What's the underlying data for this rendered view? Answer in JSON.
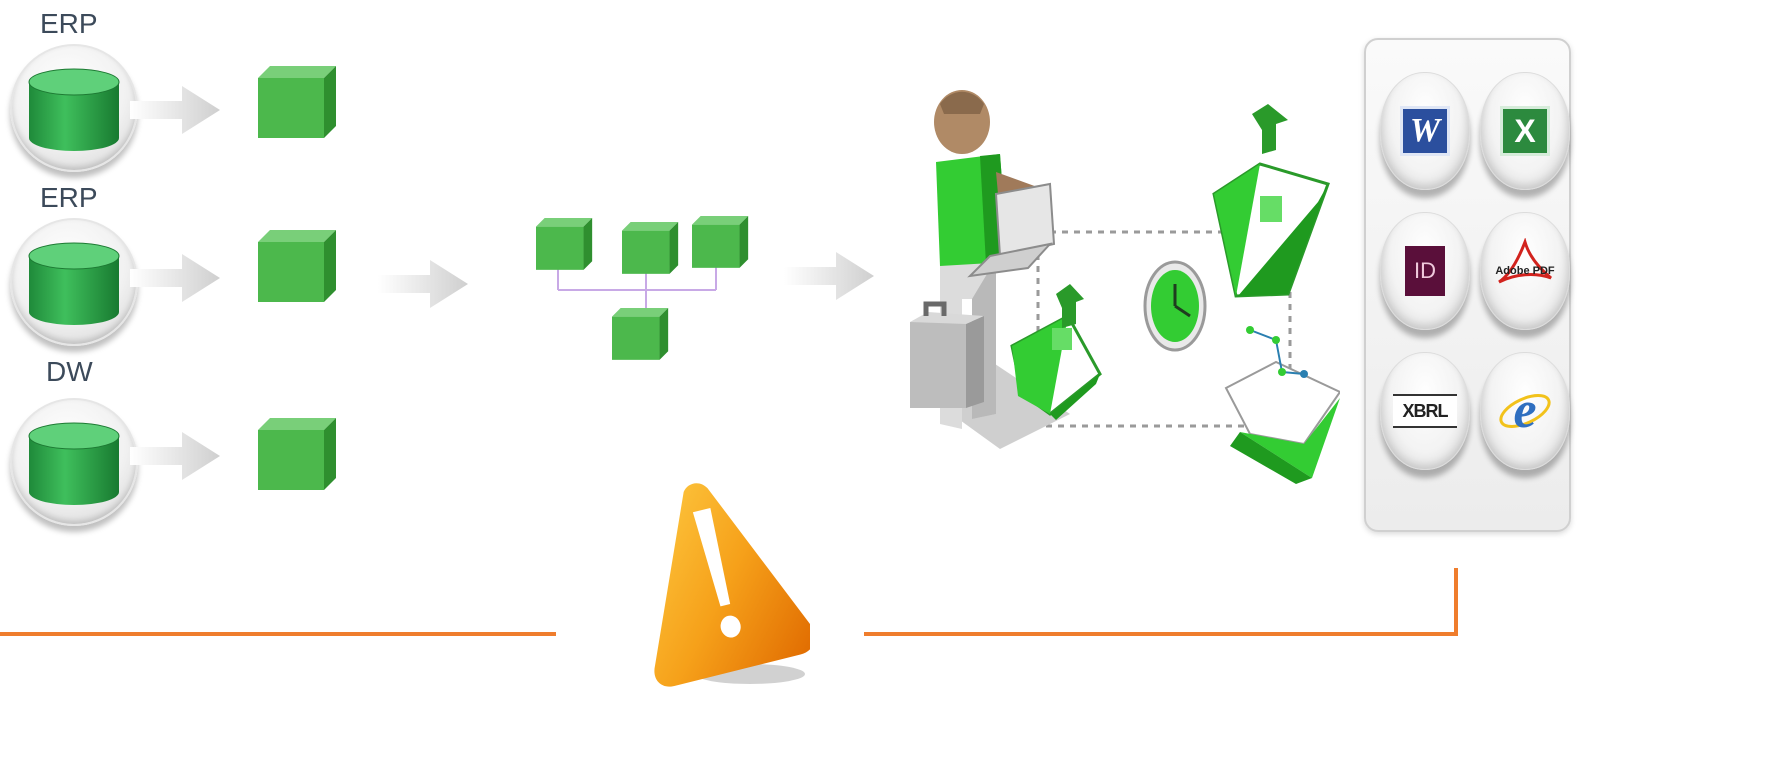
{
  "sources": [
    {
      "label": "ERP"
    },
    {
      "label": "ERP"
    },
    {
      "label": "DW"
    }
  ],
  "formats": [
    {
      "icon": "word-icon",
      "text": "W"
    },
    {
      "icon": "excel-icon",
      "text": "X"
    },
    {
      "icon": "indesign-icon",
      "text": "ID"
    },
    {
      "icon": "adobe-pdf-icon",
      "text": "Adobe PDF"
    },
    {
      "icon": "xbrl-icon",
      "text": "XBRL"
    },
    {
      "icon": "internet-explorer-icon",
      "text": "e"
    }
  ],
  "colors": {
    "green": "#4cb84c",
    "green_dark": "#2e8a2e",
    "green_light": "#7fd07f",
    "orange": "#ef7d2d",
    "arrow_gray": "#d6d6d6"
  }
}
